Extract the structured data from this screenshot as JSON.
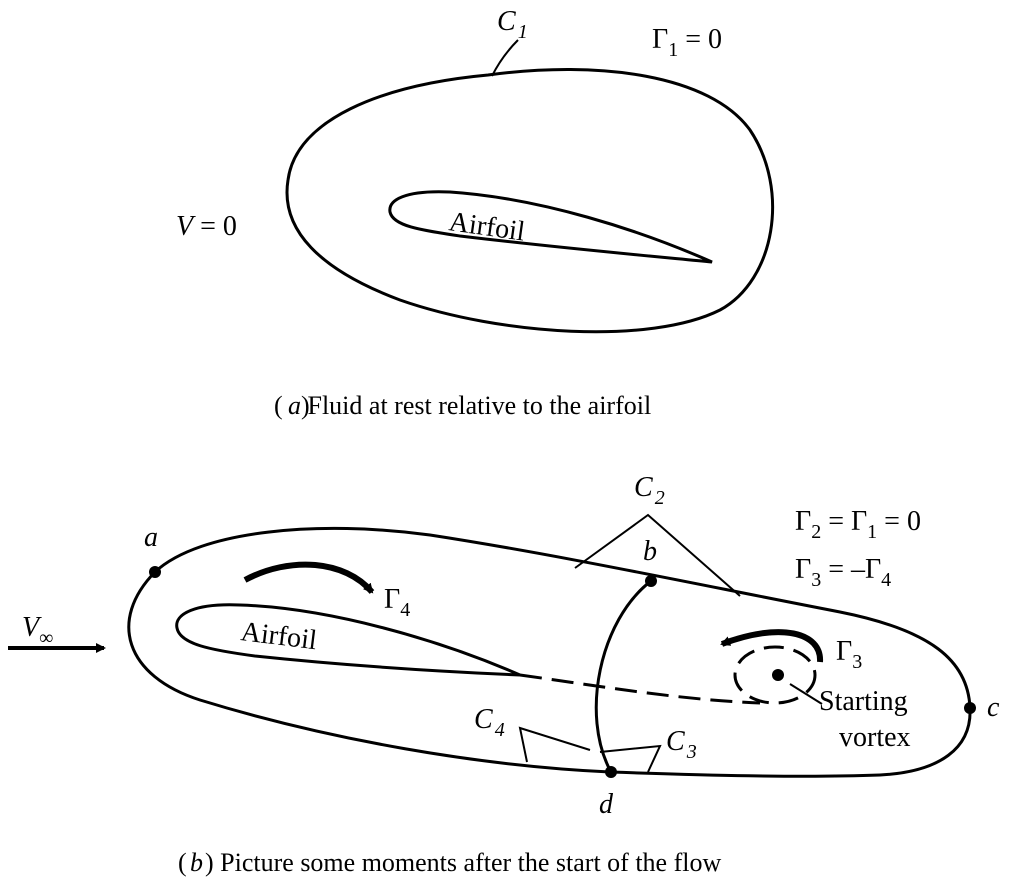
{
  "panel_a": {
    "curve_label": "C",
    "curve_sub": "1",
    "gamma_sym": "Γ",
    "gamma_sub": "1",
    "gamma_rhs": " = 0",
    "v_label": "V",
    "v_rhs": " = 0",
    "airfoil_label": "Airfoil",
    "caption_letter": "a",
    "caption_text": " Fluid at rest relative to the airfoil"
  },
  "panel_b": {
    "c2_label": "C",
    "c2_sub": "2",
    "eq1_a": "Γ",
    "eq1_a_sub": "2",
    "eq1_b": " = Γ",
    "eq1_b_sub": "1",
    "eq1_c": " = 0",
    "eq2_a": "Γ",
    "eq2_a_sub": "3",
    "eq2_b": " = –Γ",
    "eq2_b_sub": "4",
    "point_a": "a",
    "point_b": "b",
    "point_c": "c",
    "point_d": "d",
    "gamma4": "Γ",
    "gamma4_sub": "4",
    "gamma3": "Γ",
    "gamma3_sub": "3",
    "vinf": "V",
    "vinf_sub": "∞",
    "airfoil_label": "Airfoil",
    "c4_label": "C",
    "c4_sub": "4",
    "c3_label": "C",
    "c3_sub": "3",
    "vortex_line1": "Starting",
    "vortex_line2": "vortex",
    "caption_letter": "b",
    "caption_text": "  Picture some moments after the start of the flow"
  }
}
